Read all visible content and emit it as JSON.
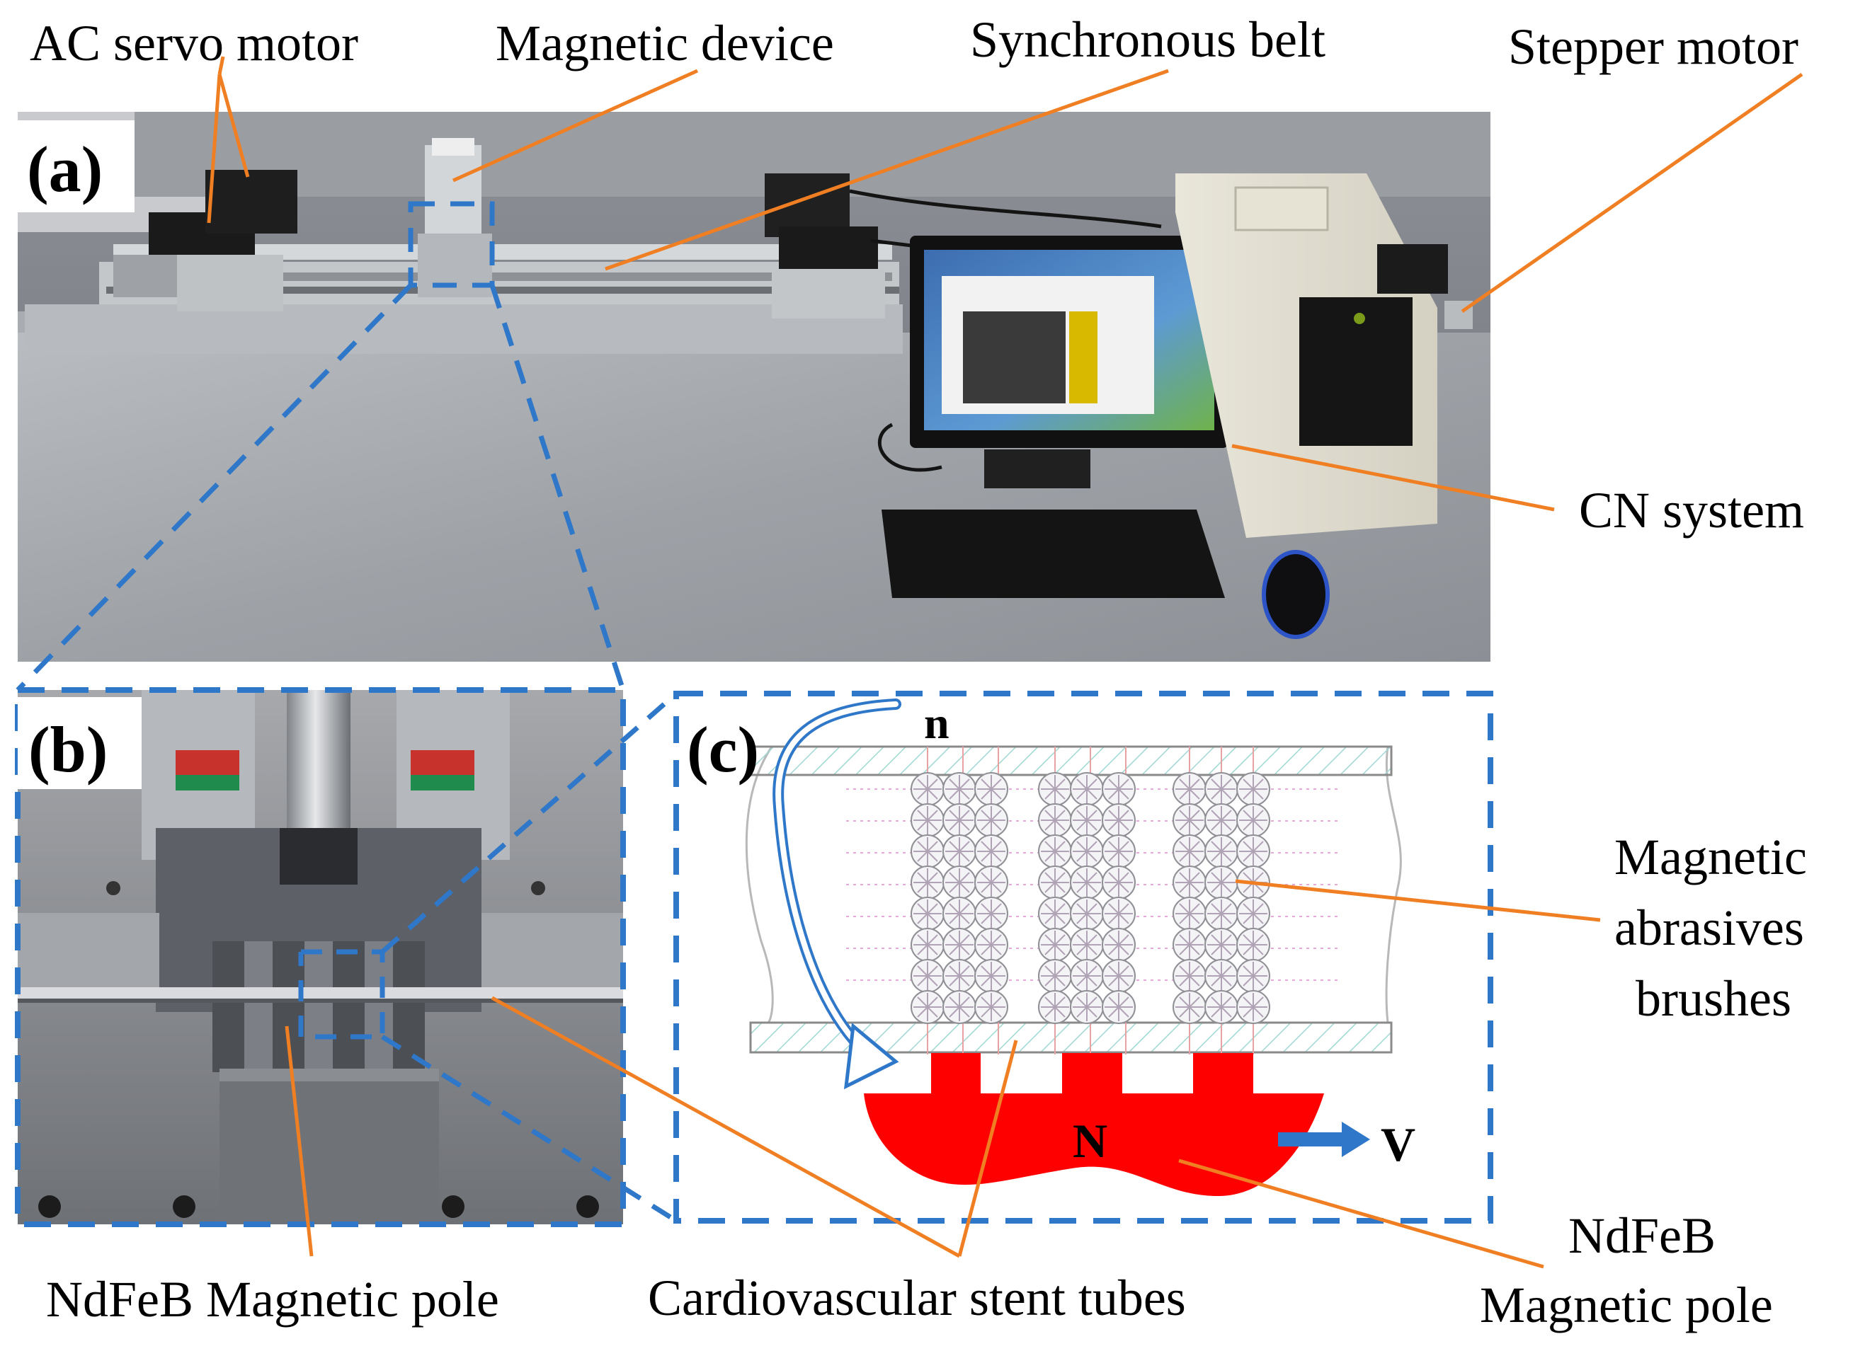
{
  "labels": {
    "ac_servo_motor": "AC servo motor",
    "magnetic_device": "Magnetic device",
    "synchronous_belt": "Synchronous belt",
    "stepper_motor": "Stepper motor",
    "cn_system": "CN system",
    "magnetic_abrasives_line1": "Magnetic",
    "magnetic_abrasives_line2": "abrasives",
    "magnetic_abrasives_line3": "brushes",
    "ndfeb_pole_bottom": "NdFeB Magnetic pole",
    "stent_tubes": "Cardiovascular stent tubes",
    "ndfeb_pole_right_line1": "NdFeB",
    "ndfeb_pole_right_line2": "Magnetic pole"
  },
  "panels": {
    "a": "(a)",
    "b": "(b)",
    "c": "(c)"
  },
  "schematic": {
    "rotation": "n",
    "pole": "N",
    "velocity": "V"
  },
  "colors": {
    "leader": "#f07f23",
    "dash_frame": "#2f77c8",
    "pole": "#ff0000",
    "arrow": "#2f77c8",
    "tube_hatch": "#9fd8d2",
    "grid_pink": "#e6a8d8"
  }
}
